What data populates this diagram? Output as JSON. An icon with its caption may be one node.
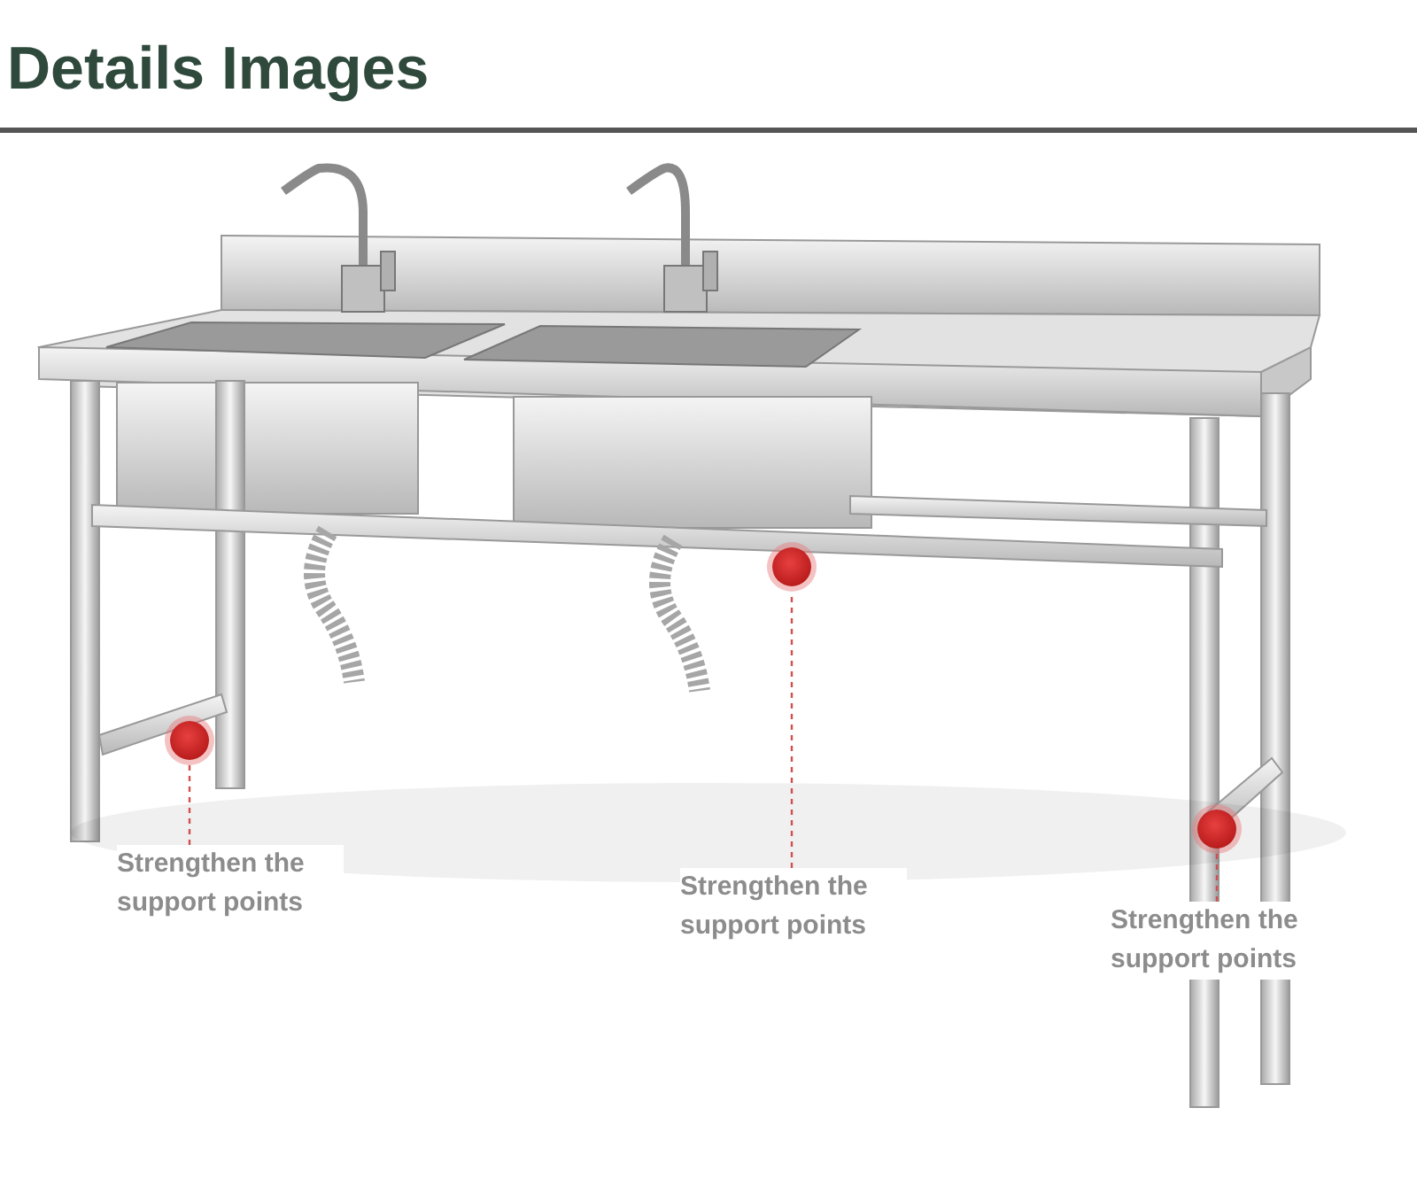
{
  "diagram": {
    "title": "Details Images",
    "nodes": [
      {
        "text": [
          "Strengthen the support points"
        ]
      },
      {
        "text": [
          "Strengthen the support points"
        ]
      },
      {
        "text": [
          "Strengthen the support points"
        ]
      },
      {
        "text": [],
        "shape": "circle"
      },
      {
        "text": [],
        "shape": "circle"
      },
      {
        "text": [],
        "shape": "circle"
      }
    ],
    "edges": [
      {
        "from": 0,
        "to": 3,
        "arrow": "none",
        "style": "dashed"
      },
      {
        "from": 1,
        "to": 4,
        "arrow": "none",
        "style": "dashed"
      },
      {
        "from": 2,
        "to": 5,
        "arrow": "none",
        "style": "dashed"
      }
    ]
  }
}
